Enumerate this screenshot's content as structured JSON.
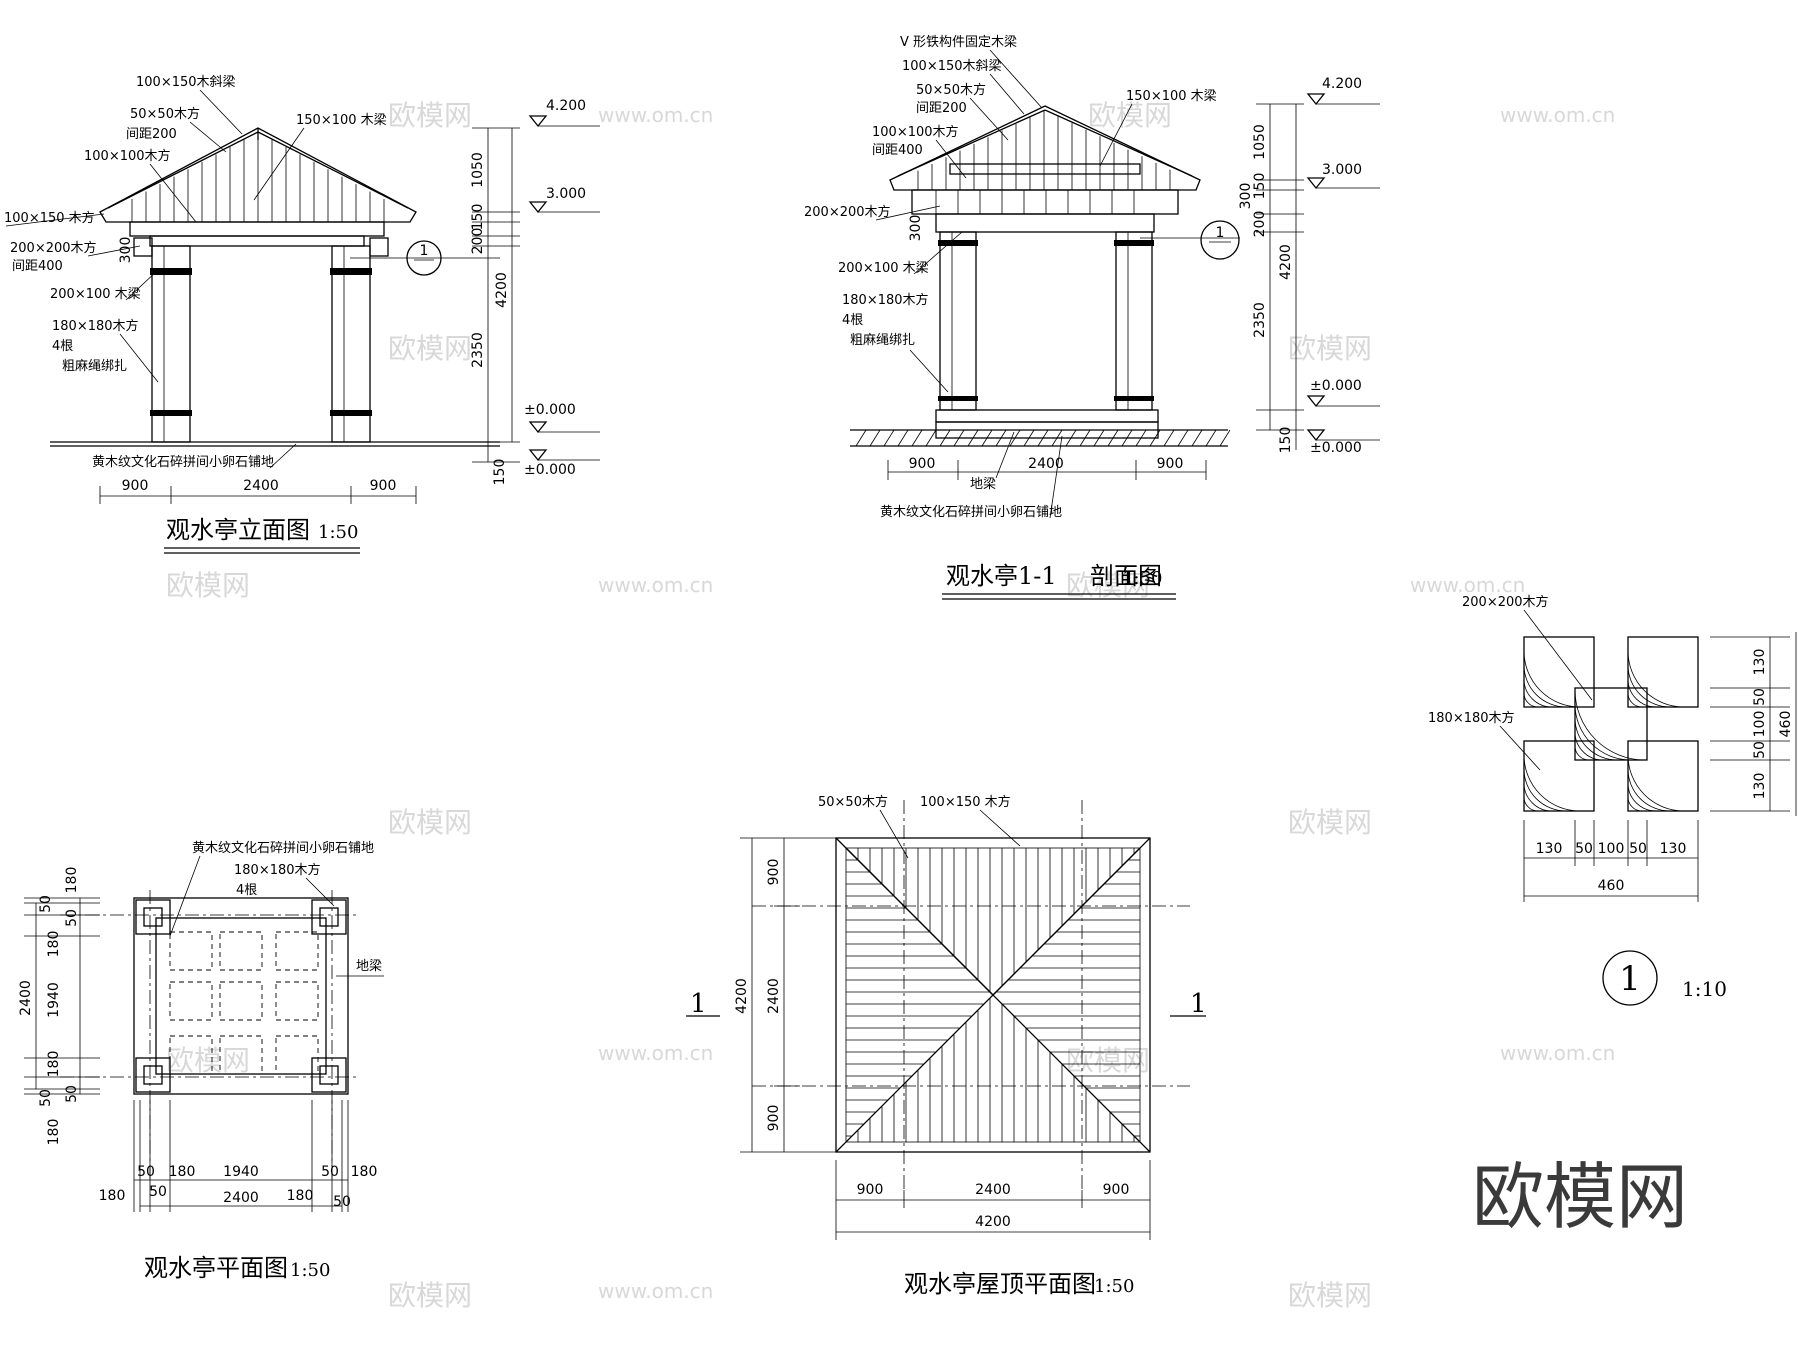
{
  "watermarks": {
    "site": "www.om.cn",
    "cn": "欧模网"
  },
  "brand": "欧模网",
  "elevation": {
    "title": "观水亭立面图",
    "scale": "1:50",
    "labels": {
      "diag_beam": "100×150木斜梁",
      "sq50": "50×50木方",
      "spacing200": "间距200",
      "beam150": "150×100 木梁",
      "sq100": "100×100木方",
      "sq100x150": "100×150 木方",
      "sq200": "200×200木方",
      "spacing400": "间距400",
      "beam200": "200×100 木梁",
      "sq180": "180×180木方",
      "four": "4根",
      "rope": "粗麻绳绑扎",
      "floor": "黄木纹文化石碎拼间小卵石铺地"
    },
    "dims": {
      "d1050": "1050",
      "d150": "150",
      "d200": "200",
      "d300": "300",
      "d4200": "4200",
      "d2350": "2350",
      "d150b": "150",
      "w900a": "900",
      "w2400": "2400",
      "w900b": "900"
    },
    "levels": {
      "l4200": "4.200",
      "l3000": "3.000",
      "l0a": "±0.000",
      "l0b": "±0.000"
    },
    "ref": "1"
  },
  "section": {
    "title_a": "观水亭1-1",
    "title_b": "剖面图",
    "title_c": "1:50",
    "labels": {
      "v_iron": "V 形铁构件固定木梁",
      "diag_beam": "100×150木斜梁",
      "sq50": "50×50木方",
      "spacing200": "间距200",
      "beam150": "150×100 木梁",
      "sq100": "100×100木方",
      "spacing400": "间距400",
      "sq200": "200×200木方",
      "beam200": "200×100 木梁",
      "sq180": "180×180木方",
      "four": "4根",
      "rope": "粗麻绳绑扎",
      "ground_beam": "地梁",
      "floor": "黄木纹文化石碎拼间小卵石铺地"
    },
    "dims": {
      "d1050": "1050",
      "d150": "150",
      "d200": "200",
      "d300": "300",
      "d4200": "4200",
      "d2350": "2350",
      "d150b": "150",
      "w900a": "900",
      "w2400": "2400",
      "w900b": "900"
    },
    "levels": {
      "l4200": "4.200",
      "l3000": "3.000",
      "l0a": "±0.000",
      "l0b": "±0.000"
    },
    "ref": "1"
  },
  "detail": {
    "labels": {
      "sq200": "200×200木方",
      "sq180": "180×180木方"
    },
    "dims_v": [
      "130",
      "50",
      "100",
      "50",
      "130"
    ],
    "total_v": "460",
    "dims_h": [
      "130",
      "50",
      "100",
      "50",
      "130"
    ],
    "total_h": "460",
    "ref": "1",
    "scale": "1:10"
  },
  "plan": {
    "title": "观水亭平面图",
    "scale": "1:50",
    "labels": {
      "floor": "黄木纹文化石碎拼间小卵石铺地",
      "sq180": "180×180木方",
      "four": "4根",
      "ground_beam": "地梁"
    },
    "dims_left_inner": [
      "180",
      "50",
      "180",
      "1940",
      "180",
      "50",
      "180"
    ],
    "dims_left_outer": [
      "50",
      "2400",
      "50"
    ],
    "dims_bottom_row1": [
      "50",
      "180",
      "1940",
      "50",
      "180"
    ],
    "dims_bottom_row2": [
      "180",
      "50",
      "2400",
      "180",
      "50"
    ]
  },
  "roof": {
    "title": "观水亭屋顶平面图",
    "scale": "1:50",
    "labels": {
      "sq50": "50×50木方",
      "sq100x150": "100×150 木方"
    },
    "dims_v_inner": [
      "900",
      "2400",
      "900"
    ],
    "dims_v_total": "4200",
    "dims_h_inner": [
      "900",
      "2400",
      "900"
    ],
    "dims_h_total": "4200",
    "section_mark": "1"
  }
}
